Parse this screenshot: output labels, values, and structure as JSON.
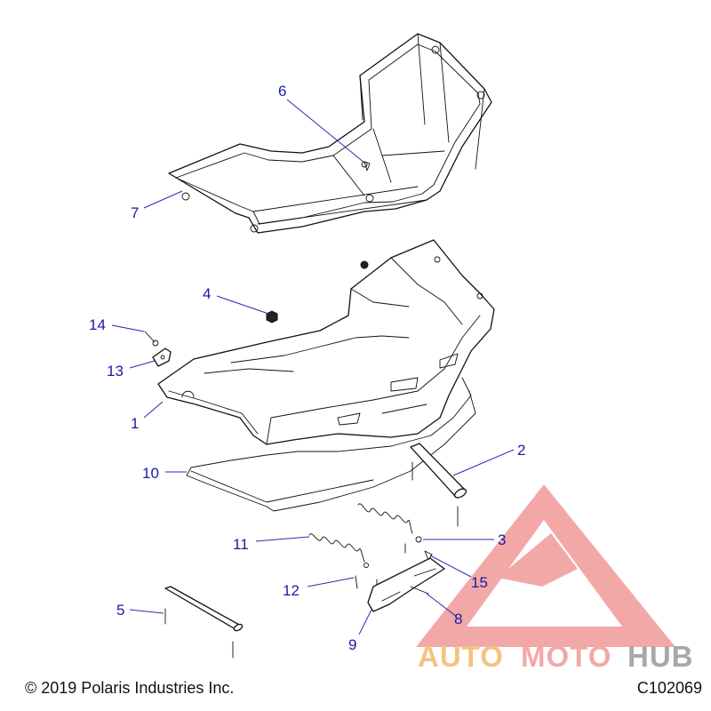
{
  "callouts": [
    {
      "label": "1"
    },
    {
      "label": "2"
    },
    {
      "label": "3"
    },
    {
      "label": "4"
    },
    {
      "label": "5"
    },
    {
      "label": "6"
    },
    {
      "label": "7"
    },
    {
      "label": "8"
    },
    {
      "label": "9"
    },
    {
      "label": "10"
    },
    {
      "label": "11"
    },
    {
      "label": "12"
    },
    {
      "label": "13"
    },
    {
      "label": "14"
    },
    {
      "label": "15"
    }
  ],
  "footer": {
    "copyright": "© 2019 Polaris Industries Inc.",
    "diagram_code": "C102069"
  },
  "watermark": {
    "word_1": "AUTO",
    "word_2": "MOTO",
    "word_3": "HUB",
    "color_1": "#f5b86a",
    "color_2": "#f29a9a",
    "color_3": "#9a9a9a"
  },
  "colors": {
    "callout": "#1a1aa8",
    "line_art": "#111111"
  }
}
